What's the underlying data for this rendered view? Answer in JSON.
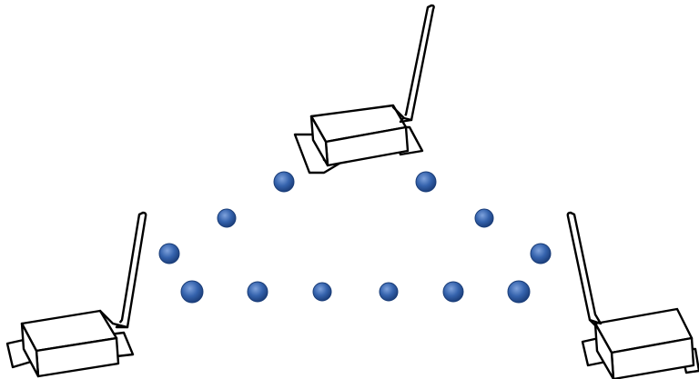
{
  "diagram": {
    "nodes": [
      {
        "id": "top",
        "kind": "wireless-transmitter",
        "icon": "wireless-device-icon"
      },
      {
        "id": "bottom-left",
        "kind": "wireless-transmitter",
        "icon": "wireless-device-icon"
      },
      {
        "id": "bottom-right",
        "kind": "wireless-transmitter",
        "icon": "wireless-device-icon"
      }
    ],
    "links": [
      {
        "from": "top",
        "to": "bottom-left",
        "style": "dotted",
        "dots": 3
      },
      {
        "from": "top",
        "to": "bottom-right",
        "style": "dotted",
        "dots": 3
      },
      {
        "from": "bottom-left",
        "to": "bottom-right",
        "style": "dotted",
        "dots": 6
      }
    ],
    "colors": {
      "dot_fill": "#2f5aa0",
      "dot_highlight": "#6b8fd0",
      "dot_stroke": "#1a3d78",
      "outline": "#000000",
      "background": "#ffffff"
    }
  }
}
